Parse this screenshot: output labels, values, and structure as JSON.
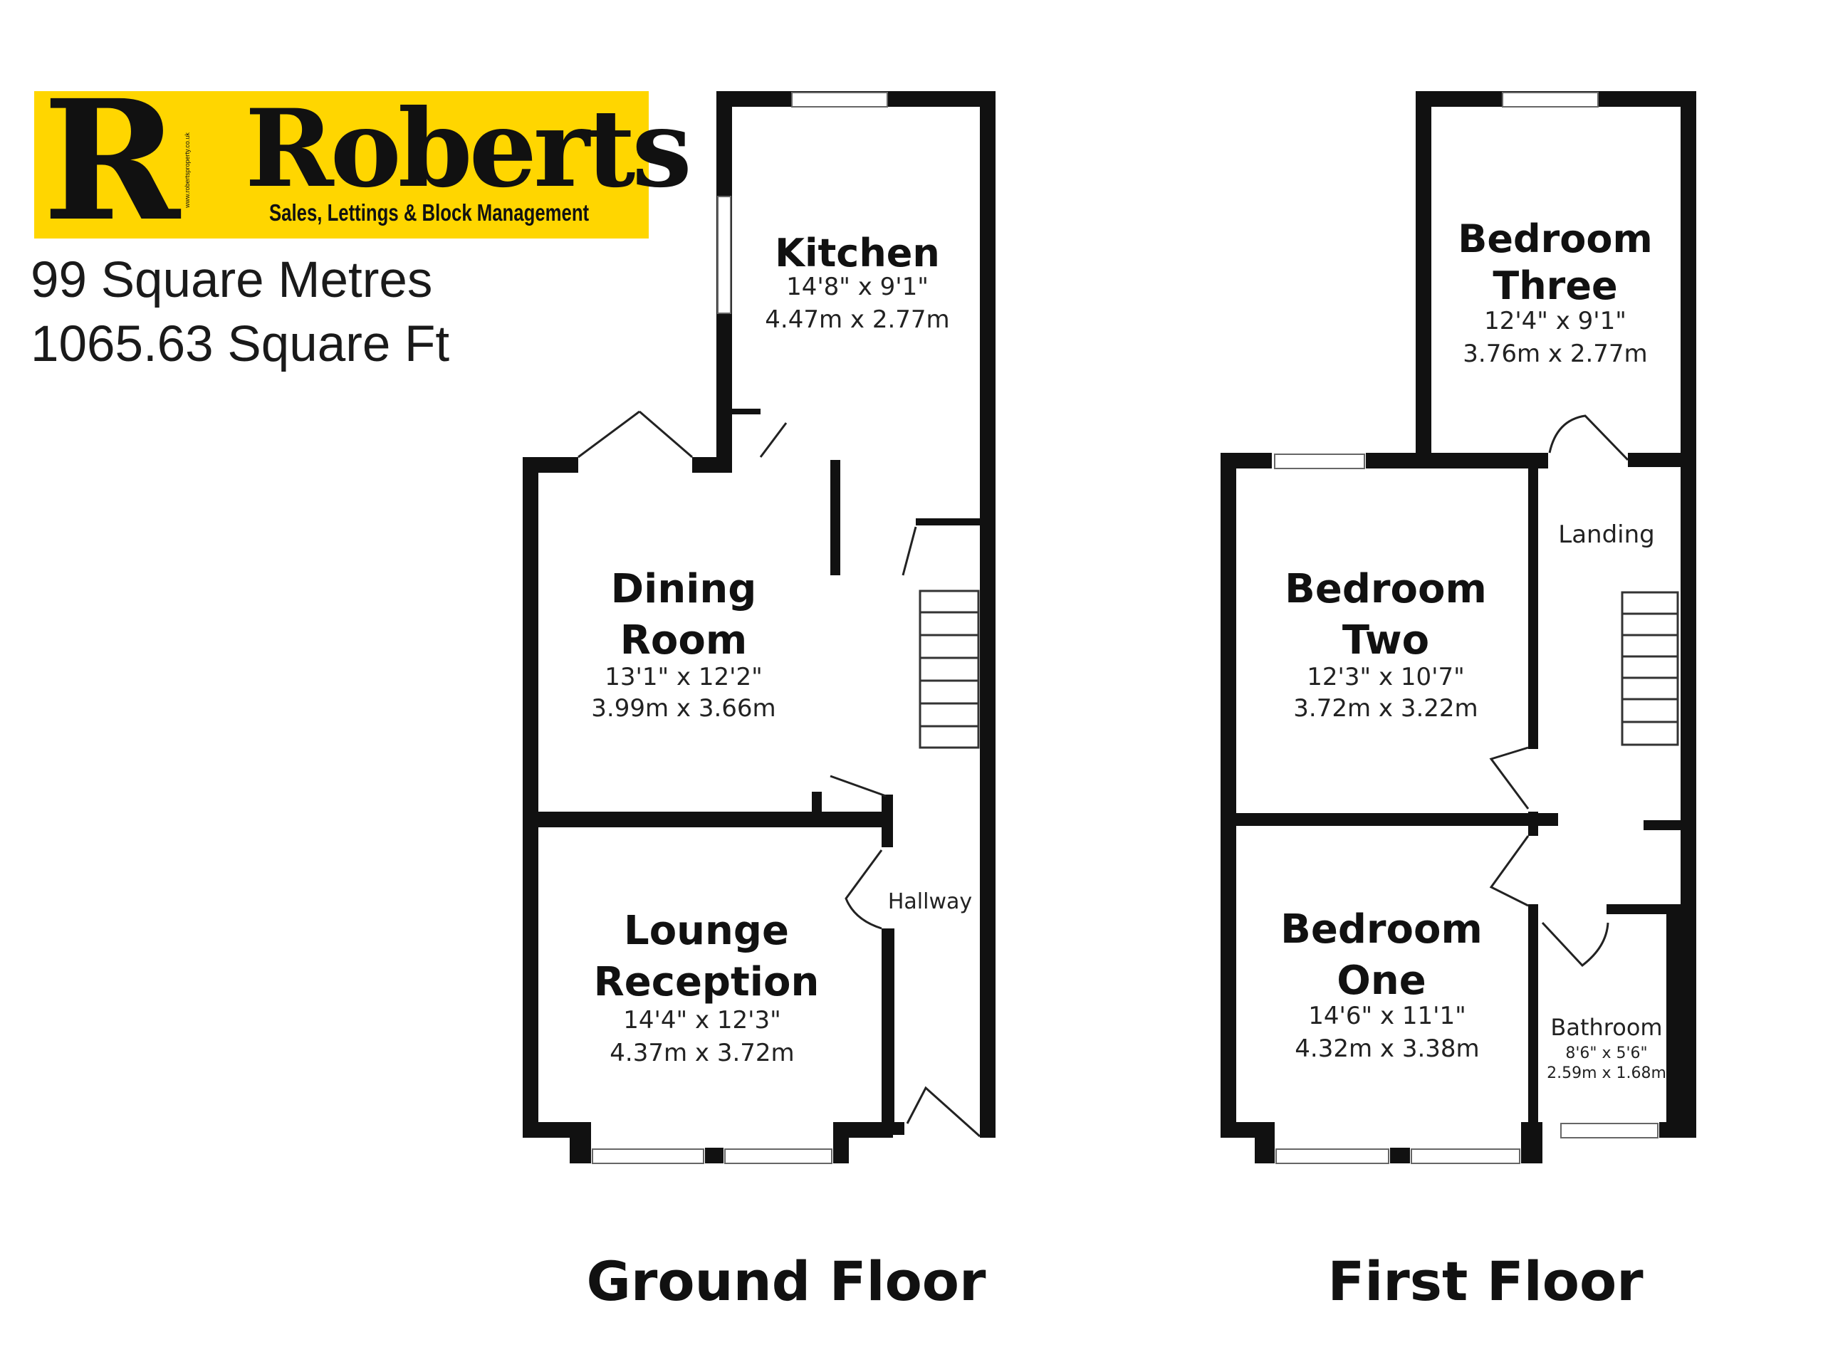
{
  "logo": {
    "letter": "R",
    "brand": "Roberts",
    "tagline": "Sales, Lettings & Block Management",
    "url": "www.robertsproperty.co.uk",
    "color": "#ffd600"
  },
  "area": {
    "square_metres": "99 Square Metres",
    "square_feet": "1065.63 Square Ft"
  },
  "floors": {
    "ground": {
      "title": "Ground Floor",
      "rooms": {
        "kitchen": {
          "name": "Kitchen",
          "imperial": "14'8\" x 9'1\"",
          "metric": "4.47m x 2.77m"
        },
        "dining": {
          "name_line1": "Dining",
          "name_line2": "Room",
          "imperial": "13'1\" x 12'2\"",
          "metric": "3.99m x 3.66m"
        },
        "lounge": {
          "name_line1": "Lounge",
          "name_line2": "Reception",
          "imperial": "14'4\" x 12'3\"",
          "metric": "4.37m x 3.72m"
        },
        "hallway": {
          "name": "Hallway"
        }
      }
    },
    "first": {
      "title": "First Floor",
      "rooms": {
        "bedroom_three": {
          "name_line1": "Bedroom",
          "name_line2": "Three",
          "imperial": "12'4\" x 9'1\"",
          "metric": "3.76m x 2.77m"
        },
        "bedroom_two": {
          "name_line1": "Bedroom",
          "name_line2": "Two",
          "imperial": "12'3\" x 10'7\"",
          "metric": "3.72m x 3.22m"
        },
        "bedroom_one": {
          "name_line1": "Bedroom",
          "name_line2": "One",
          "imperial": "14'6\" x 11'1\"",
          "metric": "4.32m x 3.38m"
        },
        "landing": {
          "name": "Landing"
        },
        "bathroom": {
          "name": "Bathroom",
          "imperial": "8'6\" x 5'6\"",
          "metric": "2.59m x 1.68m"
        }
      }
    }
  }
}
